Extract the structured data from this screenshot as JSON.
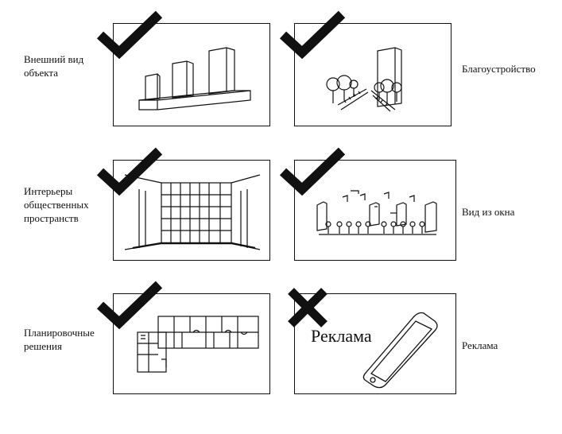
{
  "labels": {
    "exterior": [
      "Внешний вид",
      "объекта"
    ],
    "landscaping": [
      "Благоустройство"
    ],
    "interiors": [
      "Интерьеры",
      "общественных",
      "пространств"
    ],
    "window_view": [
      "Вид из окна"
    ],
    "planning": [
      "Планировочные",
      "решения"
    ],
    "ads": [
      "Реклама"
    ]
  },
  "panel_text": {
    "ad_banner": "Реклама"
  },
  "marks": {
    "exterior": "check",
    "landscaping": "check",
    "interiors": "check",
    "window_view": "check",
    "planning": "check",
    "ads": "cross"
  },
  "colors": {
    "ink": "#111111",
    "background": "#ffffff"
  }
}
